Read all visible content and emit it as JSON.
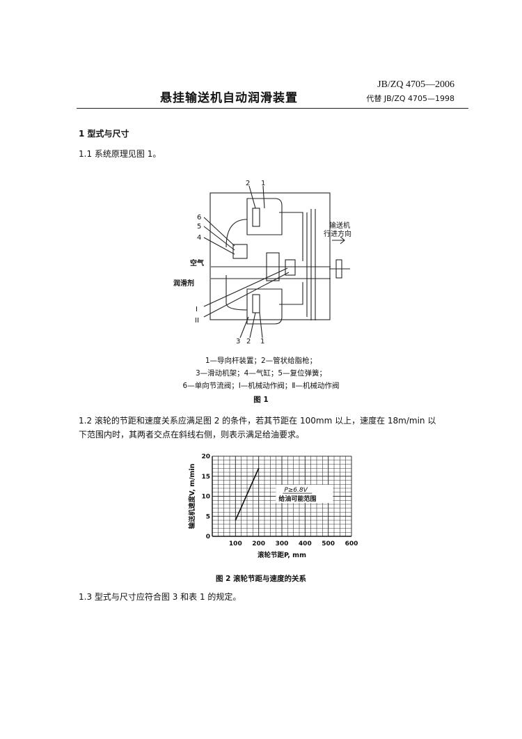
{
  "header": {
    "standard_code": "JB/ZQ 4705—2006",
    "replaces": "代替 JB/ZQ 4705—1998",
    "title": "悬挂输送机自动润滑装置"
  },
  "section1": {
    "heading": "1  型式与尺寸",
    "p1_1": "1.1  系统原理见图 1。",
    "p1_2_line1": "1.2  滚轮的节距和速度关系应满足图 2 的条件，若其节距在 100mm 以上，速度在 18m/min 以",
    "p1_2_line2": "下范围内时，其两者交点在斜线右侧，则表示满足给油要求。",
    "p1_3": "1.3  型式与尺寸应符合图 3 和表 1 的规定。"
  },
  "figure1": {
    "callouts": [
      "1",
      "2",
      "3",
      "4",
      "5",
      "6",
      "I",
      "II"
    ],
    "air_label": "空气",
    "lube_label": "润滑剂",
    "direction_label_1": "输送机",
    "direction_label_2": "行进方向",
    "legend_line1": "1—导向杆装置；2—管状给脂枪；",
    "legend_line2": "3—滑动机架；4—气缸；5—复位弹簧；",
    "legend_line3": "6—单向节流阀；Ⅰ—机械动作阀；Ⅱ—机械动作阀",
    "caption": "图 1"
  },
  "figure2": {
    "caption": "图 2   滚轮节距与速度的关系"
  },
  "chart_data": {
    "type": "line",
    "xlabel": "滚轮节距P, mm",
    "ylabel": "输送机速度V, m/min",
    "x_ticks": [
      "100",
      "200",
      "300",
      "400",
      "500",
      "600"
    ],
    "y_ticks": [
      "0",
      "5",
      "10",
      "15",
      "20"
    ],
    "xlim": [
      0,
      600
    ],
    "ylim": [
      0,
      20
    ],
    "grid": true,
    "series": [
      {
        "x": [
          100,
          200
        ],
        "y": [
          4,
          17
        ]
      }
    ],
    "annotation_formula": "P≥6.8V",
    "annotation_text": "给油可能范围"
  }
}
